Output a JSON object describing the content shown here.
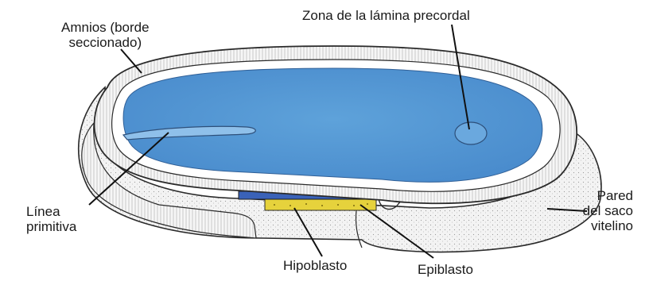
{
  "labels": {
    "amnios": [
      "Amnios (borde",
      "seccionado)"
    ],
    "precordal": "Zona de la lámina precordal",
    "linea": [
      "Línea",
      "primitiva"
    ],
    "pared": [
      "Pared",
      "del saco",
      "vitelino"
    ],
    "hipoblasto": "Hipoblasto",
    "epiblasto": "Epiblasto"
  },
  "colors": {
    "embryonic_disc": "#5b9bd5",
    "epiblast_band": "#3a62b8",
    "hypoblast_band": "#e6d23c",
    "amnion_rim": "#f1f1f1",
    "outline": "#2a2a2a"
  }
}
